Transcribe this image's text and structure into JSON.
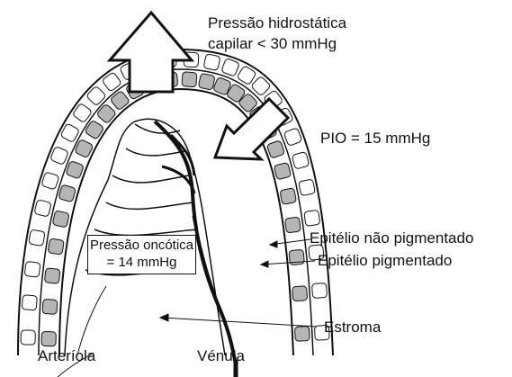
{
  "labels": {
    "hydrostatic_line1": "Pressão hidrostática",
    "hydrostatic_line2": "capilar < 30 mmHg",
    "iop": "PIO = 15 mmHg",
    "non_pigmented": "Epitélio não pigmentado",
    "pigmented": "Epitélio pigmentado",
    "oncotic_line1": "Pressão oncótica",
    "oncotic_line2": "= 14 mmHg",
    "stroma": "Estroma",
    "arteriole": "Arteríola",
    "venule": "Vénula"
  },
  "colors": {
    "ink": "#111111",
    "pigment_cell": "#b5b5b5",
    "clear_cell": "#ffffff"
  }
}
